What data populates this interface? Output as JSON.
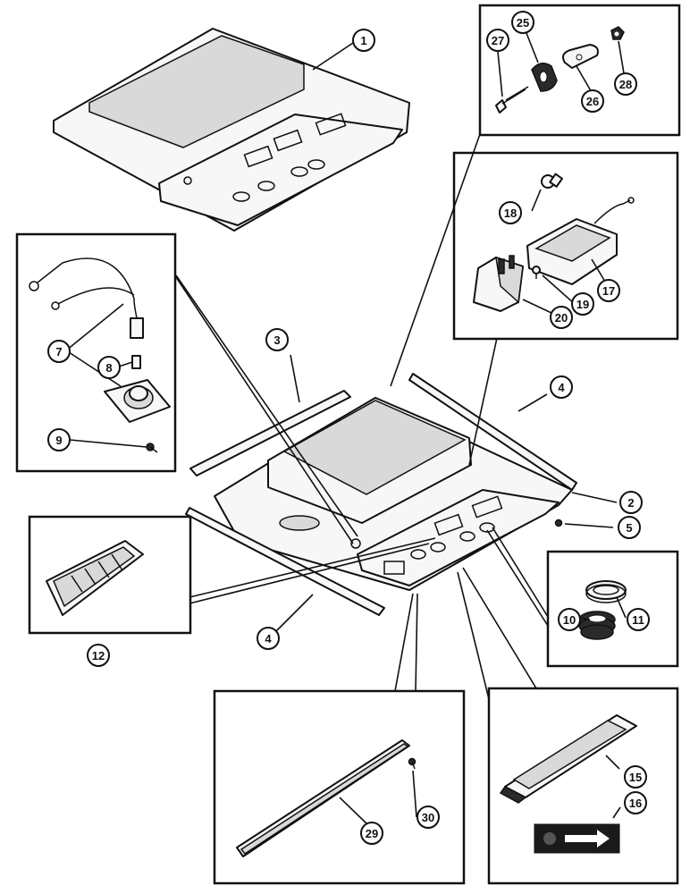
{
  "callouts": [
    {
      "id": "c1",
      "label": "1"
    },
    {
      "id": "c2",
      "label": "2"
    },
    {
      "id": "c3",
      "label": "3"
    },
    {
      "id": "c4a",
      "label": "4"
    },
    {
      "id": "c4b",
      "label": "4"
    },
    {
      "id": "c5",
      "label": "5"
    },
    {
      "id": "c7",
      "label": "7"
    },
    {
      "id": "c8",
      "label": "8"
    },
    {
      "id": "c9",
      "label": "9"
    },
    {
      "id": "c10",
      "label": "10"
    },
    {
      "id": "c11",
      "label": "11"
    },
    {
      "id": "c12",
      "label": "12"
    },
    {
      "id": "c15",
      "label": "15"
    },
    {
      "id": "c16",
      "label": "16"
    },
    {
      "id": "c17",
      "label": "17"
    },
    {
      "id": "c18",
      "label": "18"
    },
    {
      "id": "c19",
      "label": "19"
    },
    {
      "id": "c20",
      "label": "20"
    },
    {
      "id": "c25",
      "label": "25"
    },
    {
      "id": "c26",
      "label": "26"
    },
    {
      "id": "c27",
      "label": "27"
    },
    {
      "id": "c28",
      "label": "28"
    },
    {
      "id": "c29",
      "label": "29"
    },
    {
      "id": "c30",
      "label": "30"
    }
  ]
}
